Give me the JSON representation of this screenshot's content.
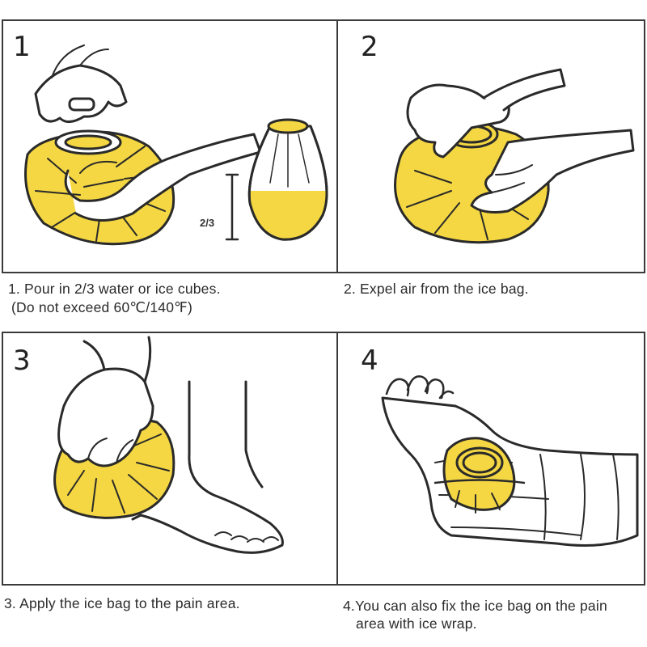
{
  "steps": [
    {
      "number": "1",
      "caption": "1. Pour in 2/3 water or ice cubes.",
      "note": "(Do not exceed 60℃/140℉)",
      "fill_label": "2/3"
    },
    {
      "number": "2",
      "caption": "2. Expel air from the ice bag."
    },
    {
      "number": "3",
      "caption": "3. Apply the ice bag to the pain area."
    },
    {
      "number": "4",
      "caption": "4.You can also fix the ice bag on the pain",
      "caption_cont": "area with ice wrap."
    }
  ],
  "colors": {
    "bag_yellow": "#f4d742",
    "outline": "#2a2a2a",
    "border": "#3a3a3a"
  }
}
